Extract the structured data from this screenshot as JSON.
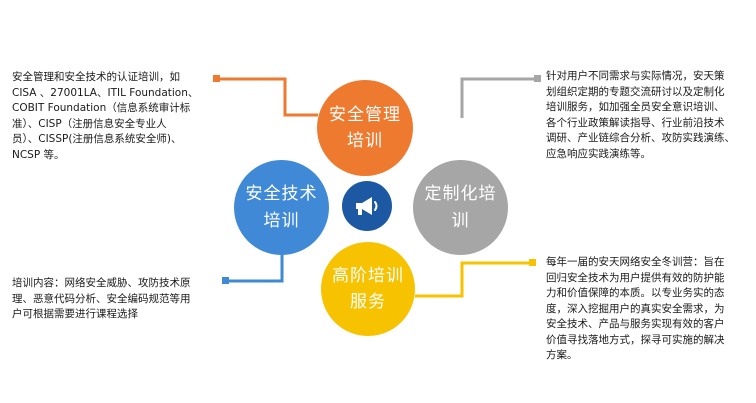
{
  "circles": {
    "top": {
      "line1": "安全管理",
      "line2": "培训",
      "color": "#ee7a2f"
    },
    "left": {
      "line1": "安全技术",
      "line2": "培训",
      "color": "#3f89d6"
    },
    "right": {
      "line1": "定制化培",
      "line2": "训",
      "color": "#a6a6a6"
    },
    "bottom": {
      "line1": "高阶培训",
      "line2": "服务",
      "color": "#f7c200"
    },
    "center": {
      "icon": "megaphone-icon",
      "color": "#1d58a3"
    }
  },
  "descriptions": {
    "top_left": [
      "安全管理和安全技术的认证培训，如",
      "CISA 、27001LA、ITIL Foundation、",
      "COBIT Foundation（信息系统审计标",
      "准）、CISP（注册信息安全专业人",
      "员）、CISSP(注册信息系统安全师)、",
      "NCSP 等。"
    ],
    "top_right": [
      "针对用户不同需求与实际情况，安天策",
      "划组织定期的专题交流研讨以及定制化",
      "培训服务，如加强全员安全意识培训、",
      "各个行业政策解读指导、行业前沿技术",
      "调研、产业链综合分析、攻防实践演练、",
      "应急响应实践演练等。"
    ],
    "bottom_left": [
      "培训内容：网络安全威胁、攻防技术原",
      "理、恶意代码分析、安全编码规范等用",
      "户可根据需要进行课程选择"
    ],
    "bottom_right": [
      "每年一届的安天网络安全冬训营：旨在",
      "回归安全技术为用户提供有效的防护能",
      "力和价值保障的本质。以专业务实的态",
      "度，深入挖掘用户的真实安全需求，为",
      "安全技术、产品与服务实现有效的客户",
      "价值寻找落地方式，探寻可实施的解决",
      "方案。"
    ]
  },
  "colors": {
    "orange": "#ee7a2f",
    "blue": "#3f89d6",
    "gray": "#a6a6a6",
    "yellow": "#f7c200",
    "navy": "#1d58a3"
  }
}
